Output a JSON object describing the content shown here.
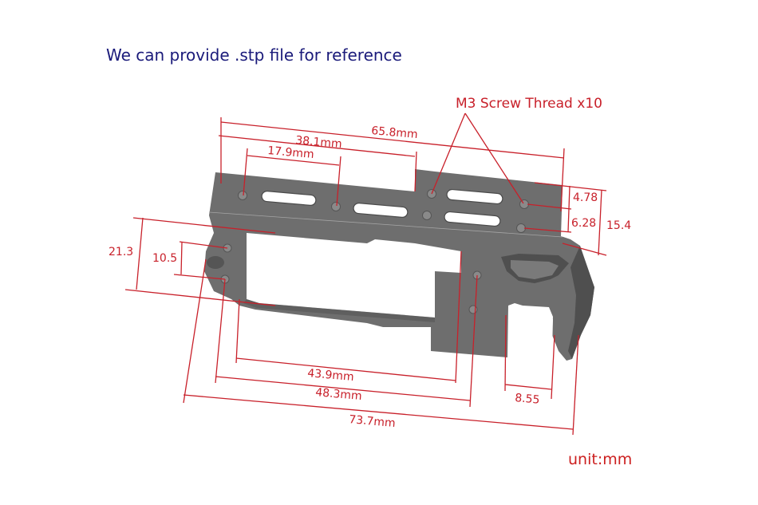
{
  "caption": "We can provide .stp file for reference",
  "unit_label": "unit:mm",
  "callout": {
    "label": "M3 Screw Thread x10"
  },
  "dimensions": {
    "overall_top_width": "65.8mm",
    "top_inner_width": "38.1mm",
    "top_slot_spacing": "17.9mm",
    "right_hole_offset": "4.78",
    "right_hole_spacing": "6.28",
    "right_height": "15.4",
    "left_height": "21.3",
    "left_hole_spacing": "10.5",
    "bottom_window_width": "43.9mm",
    "bottom_mid_width": "48.3mm",
    "bottom_overall_width": "73.7mm",
    "hook_gap": "8.55"
  },
  "colors": {
    "caption": "#1a1a7a",
    "dimension": "#c8202a",
    "part": "#6e6e6e"
  }
}
